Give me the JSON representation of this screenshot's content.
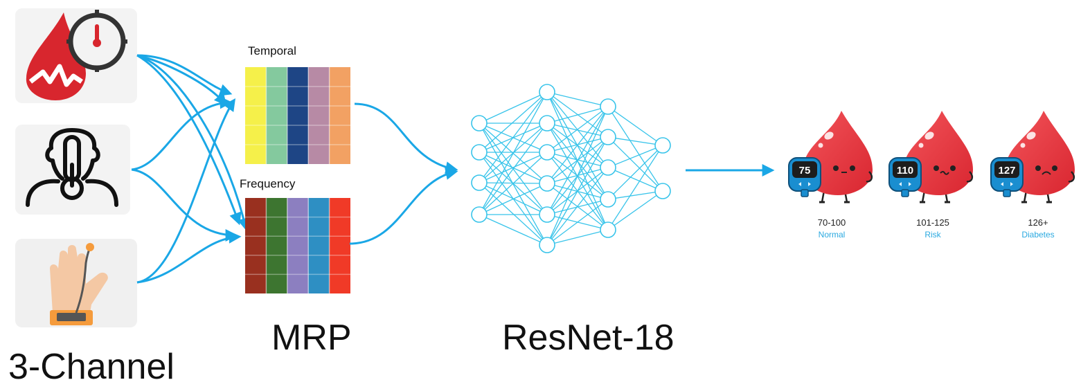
{
  "labels": {
    "channel": "3-Channel",
    "mrp": "MRP",
    "resnet": "ResNet-18",
    "temporal": "Temporal",
    "frequency": "Frequency"
  },
  "sensors": [
    {
      "name": "blood-glucose-timer",
      "icon": "blood-drop-clock-icon"
    },
    {
      "name": "body-temperature",
      "icon": "person-thermometer-icon"
    },
    {
      "name": "pulse-oximeter",
      "icon": "hand-sensor-icon"
    }
  ],
  "temporal_colors": [
    "#f5f04a",
    "#84c99e",
    "#1e4585",
    "#b78aa5",
    "#f2a163"
  ],
  "frequency_colors": [
    "#99301f",
    "#3d7530",
    "#8c7fc0",
    "#2e8fc3",
    "#f03a27"
  ],
  "outcomes": [
    {
      "reading": "75",
      "range": "70-100",
      "category": "Normal",
      "mouth": "neutral"
    },
    {
      "reading": "110",
      "range": "101-125",
      "category": "Risk",
      "mouth": "wavy"
    },
    {
      "reading": "127",
      "range": "126+",
      "category": "Diabetes",
      "mouth": "sad"
    }
  ],
  "colors": {
    "arrow": "#1aa7e6",
    "network": "#38c4ea",
    "drop": "#e8333b",
    "category_text": "#2aa9e0"
  }
}
